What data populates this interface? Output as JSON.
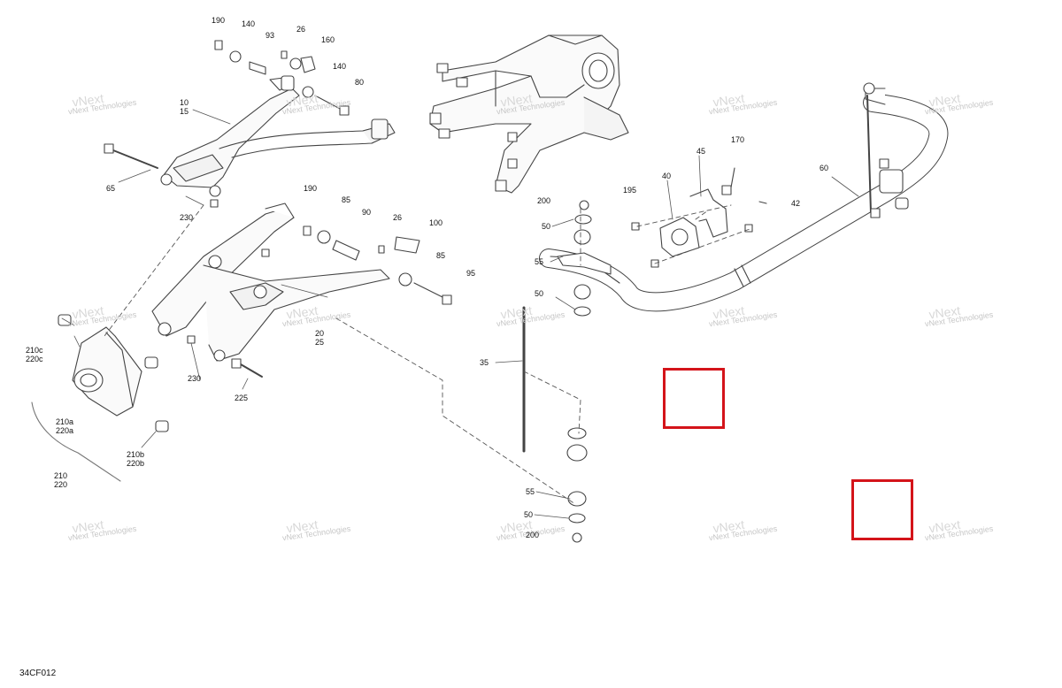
{
  "diagram": {
    "figure_id": "34CF012",
    "watermark_text": "vNext Technologies",
    "watermark_logo": "vNext",
    "callouts": {
      "c190a": "190",
      "c140a": "140",
      "c93": "93",
      "c26a": "26",
      "c160": "160",
      "c140b": "140",
      "c80": "80",
      "c10": "10",
      "c15": "15",
      "c65": "65",
      "c230a": "230",
      "c190b": "190",
      "c85a": "85",
      "c90": "90",
      "c26b": "26",
      "c100": "100",
      "c85b": "85",
      "c95": "95",
      "c20": "20",
      "c25": "25",
      "c230b": "230",
      "c225": "225",
      "c210c": "210c",
      "c220c": "220c",
      "c210a": "210a",
      "c220a": "220a",
      "c210b": "210b",
      "c220b": "220b",
      "c210": "210",
      "c220": "220",
      "c200a": "200",
      "c50a": "50",
      "c55a": "55",
      "c50b": "50",
      "c35": "35",
      "c55b": "55",
      "c50c": "50",
      "c200b": "200",
      "c195": "195",
      "c40": "40",
      "c45": "45",
      "c170": "170",
      "c42": "42",
      "c60": "60"
    },
    "highlight_color": "#d4141a"
  }
}
